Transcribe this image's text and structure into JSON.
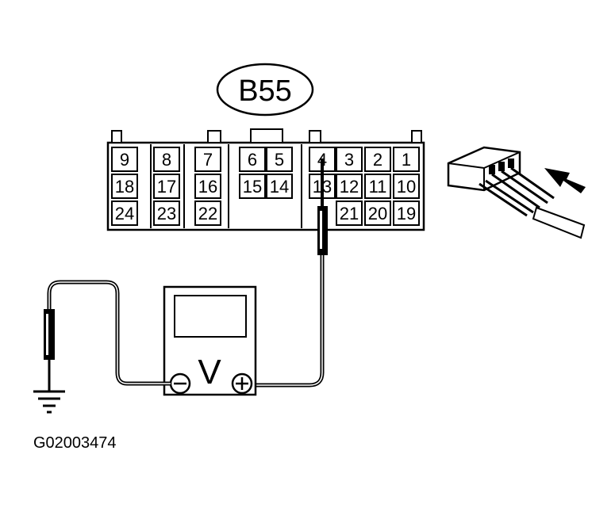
{
  "connector": {
    "name": "B55",
    "pins_row1": [
      "9",
      "8",
      "7",
      "6",
      "5",
      "4",
      "3",
      "2",
      "1"
    ],
    "pins_row2": [
      "18",
      "17",
      "16",
      "15",
      "14",
      "13",
      "12",
      "11",
      "10"
    ],
    "pins_row3": [
      "24",
      "23",
      "22",
      "21",
      "20",
      "19"
    ]
  },
  "meter": {
    "symbol": "V",
    "negative": "−",
    "positive": "+"
  },
  "figure_code": "G02003474"
}
